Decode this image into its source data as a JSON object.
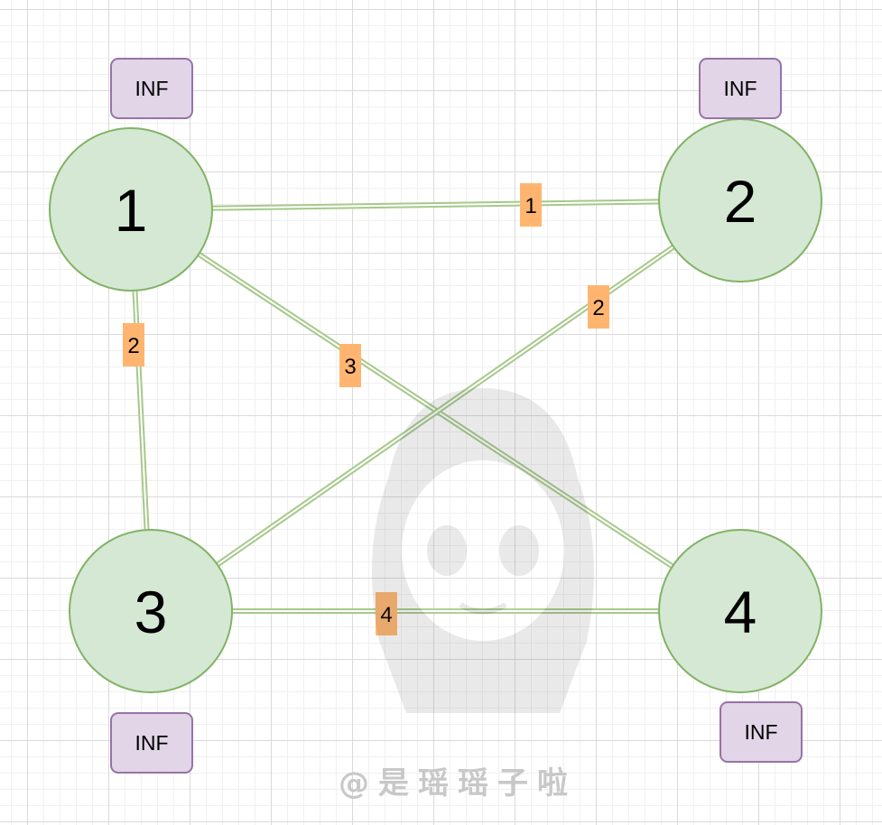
{
  "nodes": [
    {
      "id": "1",
      "label": "1",
      "distance": "INF"
    },
    {
      "id": "2",
      "label": "2",
      "distance": "INF"
    },
    {
      "id": "3",
      "label": "3",
      "distance": "INF"
    },
    {
      "id": "4",
      "label": "4",
      "distance": "INF"
    }
  ],
  "edges": [
    {
      "from": "1",
      "to": "2",
      "weight": "1"
    },
    {
      "from": "1",
      "to": "3",
      "weight": "2"
    },
    {
      "from": "1",
      "to": "4",
      "weight": "3"
    },
    {
      "from": "2",
      "to": "3",
      "weight": "2"
    },
    {
      "from": "3",
      "to": "4",
      "weight": "4"
    }
  ],
  "watermark": {
    "text": "@是瑶瑶子啦"
  },
  "colors": {
    "node_fill": "#d5e8d4",
    "node_stroke": "#82b366",
    "edge": "#a6c98a",
    "weight_bg": "#ffb570",
    "dist_fill": "#e1d5e7",
    "dist_stroke": "#9673a6"
  }
}
